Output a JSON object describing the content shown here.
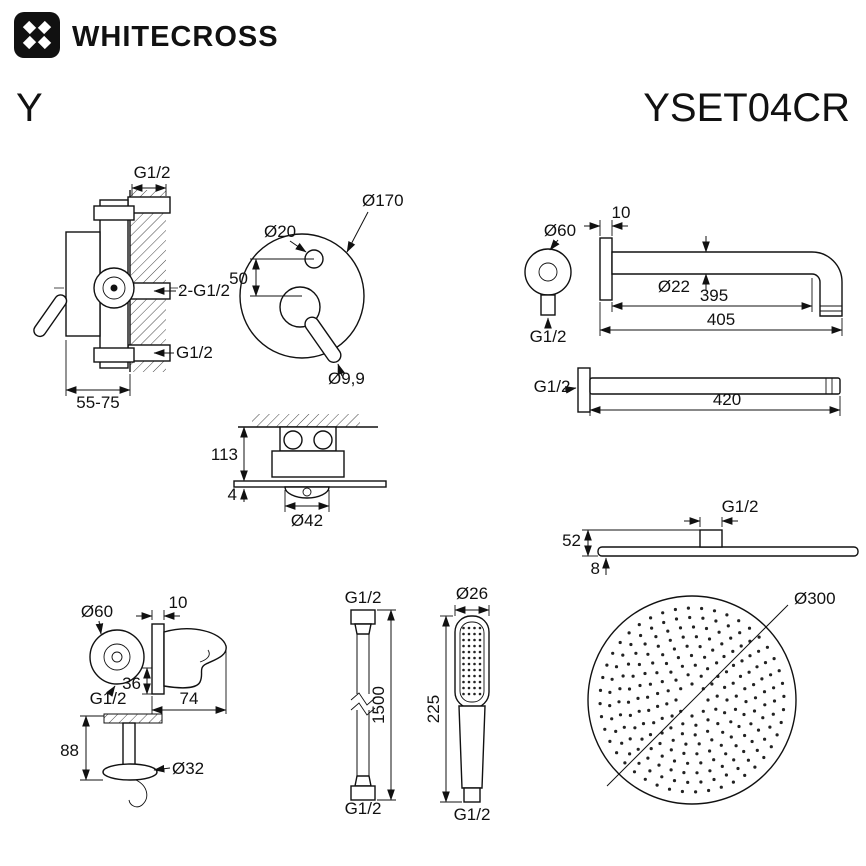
{
  "brand": {
    "name": "WHITECROSS"
  },
  "header": {
    "series": "Y",
    "model": "YSET04CR"
  },
  "mixer_side": {
    "thread_top": "G1/2",
    "thread_mid": "2-G1/2",
    "thread_bottom": "G1/2",
    "depth_range": "55-75"
  },
  "mixer_front": {
    "plate_dia": "Ø170",
    "knob_dia": "Ø20",
    "knob_offset": "50",
    "pin_dia": "Ø9,9"
  },
  "arm": {
    "flange_dia": "Ø60",
    "flange_thread": "G1/2",
    "plate_thk": "10",
    "pipe_dia": "Ø22",
    "length_inner": "395",
    "length_outer": "405"
  },
  "arm_straight": {
    "thread": "G1/2",
    "length": "420"
  },
  "valve_mount": {
    "depth": "113",
    "plate_thk": "4",
    "dome_dia": "Ø42"
  },
  "head_side": {
    "thread": "G1/2",
    "height": "52",
    "plate_thk": "8"
  },
  "holder": {
    "flange_dia": "Ø60",
    "plate_thk": "10",
    "thread": "G1/2",
    "drop": "36",
    "width": "74",
    "height": "88",
    "escutcheon_dia": "Ø32"
  },
  "hose": {
    "thread_top": "G1/2",
    "length": "1500",
    "thread_bottom": "G1/2"
  },
  "handshower": {
    "head_dia": "Ø26",
    "length": "225",
    "thread": "G1/2"
  },
  "head_top": {
    "dia": "Ø300"
  }
}
